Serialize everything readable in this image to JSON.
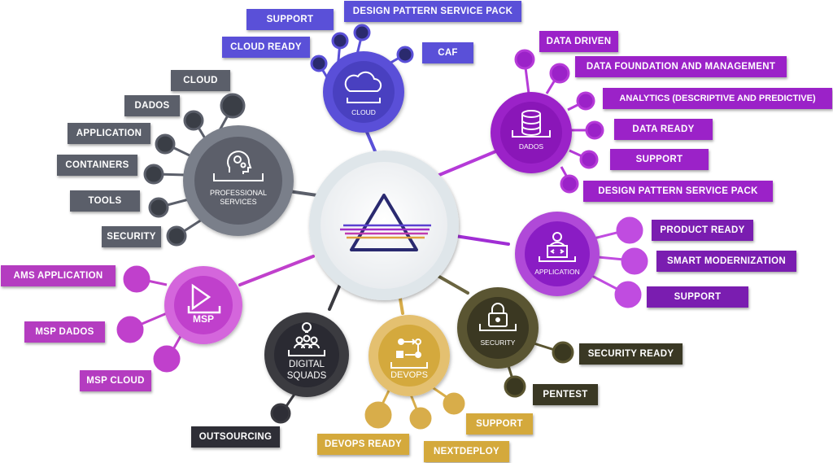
{
  "center": {
    "icon": "prism-triangle-logo"
  },
  "hubs": {
    "cloud": {
      "title": "CLOUD",
      "icon": "cloud-icon",
      "color": "#5a50d8"
    },
    "dados": {
      "title": "DADOS",
      "icon": "database-icon",
      "color": "#9b22c8"
    },
    "application": {
      "title": "APPLICATION",
      "icon": "developer-laptop-icon",
      "color": "#8a1fc4"
    },
    "security": {
      "title": "SECURITY",
      "icon": "lock-icon",
      "color": "#5a5530"
    },
    "devops": {
      "title": "DEVOPS",
      "icon": "workflow-icon",
      "color": "#d8ad4a"
    },
    "digital_squads": {
      "title_line1": "DIGITAL",
      "title_line2": "SQUADS",
      "icon": "team-lightbulb-icon",
      "color": "#3a3a40"
    },
    "msp": {
      "title": "MSP",
      "icon": "play-icon",
      "color": "#c040cc"
    },
    "professional_services": {
      "title_line1": "PROFESSIONAL",
      "title_line2": "SERVICES",
      "icon": "head-gears-icon",
      "color": "#5b5f6a"
    }
  },
  "labels": {
    "cloud": [
      "SUPPORT",
      "DESIGN PATTERN SERVICE PACK",
      "CLOUD READY",
      "CAF"
    ],
    "dados": [
      "DATA DRIVEN",
      "DATA FOUNDATION AND MANAGEMENT",
      "ANALYTICS (DESCRIPTIVE AND PREDICTIVE)",
      "DATA READY",
      "SUPPORT",
      "DESIGN PATTERN SERVICE PACK"
    ],
    "application": [
      "PRODUCT READY",
      "SMART MODERNIZATION",
      "SUPPORT"
    ],
    "security": [
      "SECURITY READY",
      "PENTEST"
    ],
    "devops": [
      "SUPPORT",
      "DEVOPS READY",
      "NEXTDEPLOY"
    ],
    "digital_squads": [
      "OUTSOURCING"
    ],
    "msp": [
      "AMS APPLICATION",
      "MSP DADOS",
      "MSP CLOUD"
    ],
    "professional_services": [
      "CLOUD",
      "DADOS",
      "APPLICATION",
      "CONTAINERS",
      "TOOLS",
      "SECURITY"
    ]
  }
}
